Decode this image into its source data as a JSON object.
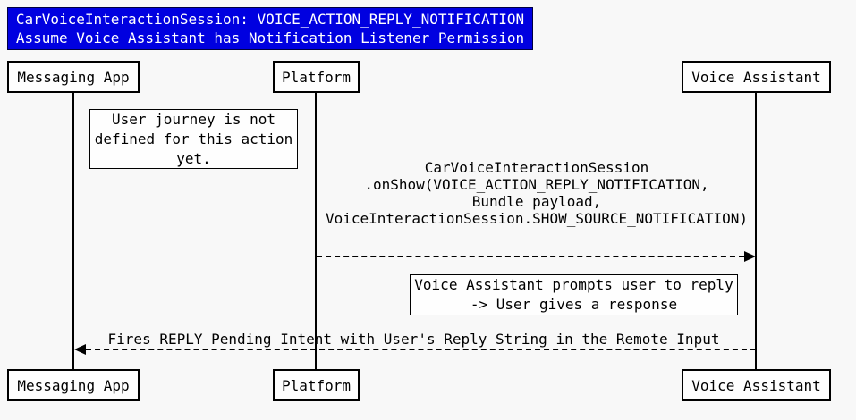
{
  "colors": {
    "background": "#F8F8F8",
    "title_bg": "#0000E0",
    "title_text": "#FFFFFF",
    "box_bg": "#FEFEFE",
    "line": "#000000"
  },
  "title": {
    "line1": "CarVoiceInteractionSession: VOICE_ACTION_REPLY_NOTIFICATION",
    "line2": "Assume Voice Assistant has Notification Listener Permission"
  },
  "participants": [
    {
      "name": "Messaging App"
    },
    {
      "name": "Platform"
    },
    {
      "name": "Voice Assistant"
    }
  ],
  "notes": [
    {
      "text": "User journey is not\ndefined for this action\nyet."
    },
    {
      "text": "Voice Assistant prompts user to reply\n-> User gives a response"
    }
  ],
  "messages": [
    {
      "from": "Platform",
      "to": "Voice Assistant",
      "label": "CarVoiceInteractionSession\n.onShow(VOICE_ACTION_REPLY_NOTIFICATION,\nBundle payload,\nVoiceInteractionSession.SHOW_SOURCE_NOTIFICATION)"
    },
    {
      "from": "Voice Assistant",
      "to": "Messaging App",
      "label": "Fires REPLY Pending Intent with User's Reply String in the Remote Input"
    }
  ]
}
